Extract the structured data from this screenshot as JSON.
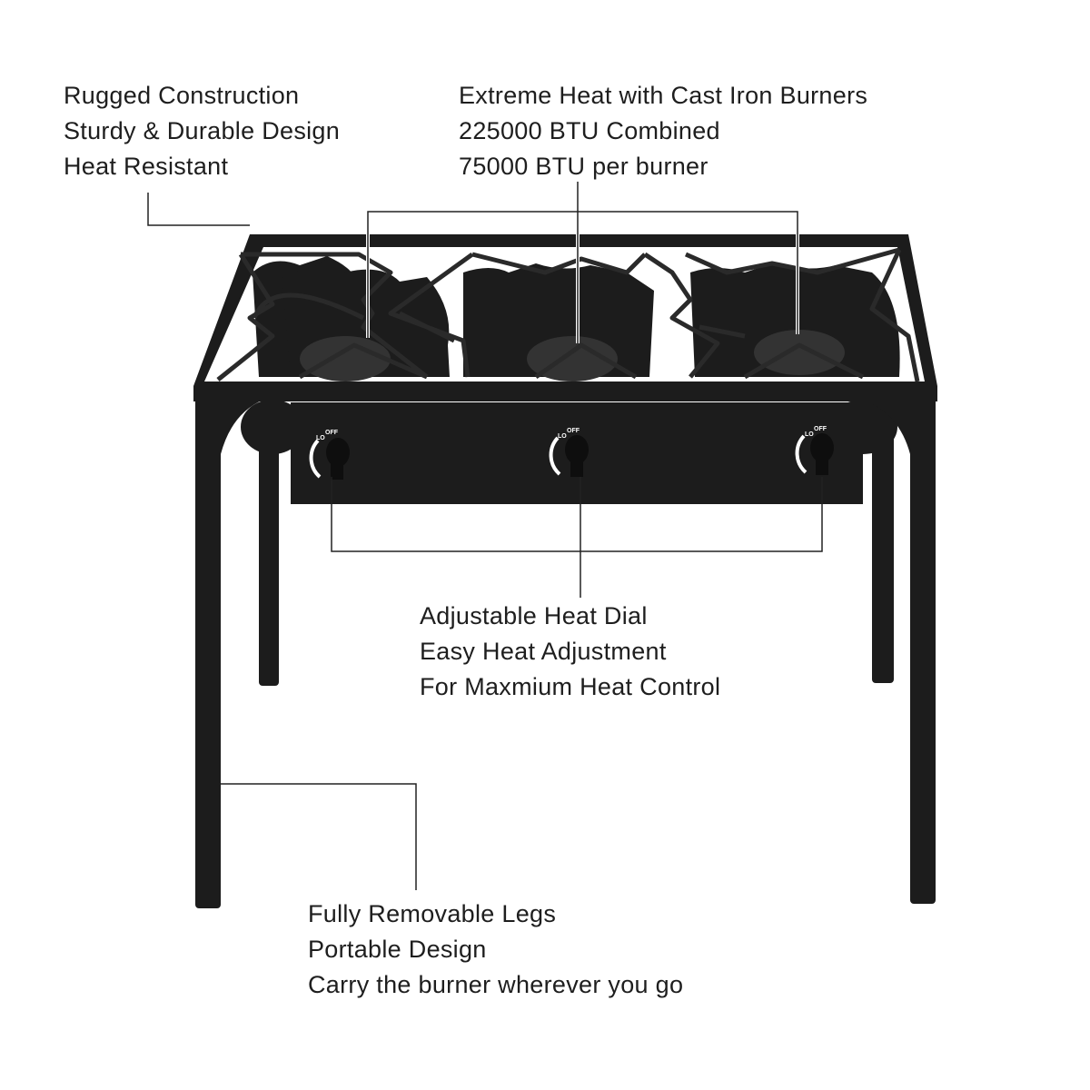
{
  "callouts": {
    "construction": [
      "Rugged Construction",
      "Sturdy & Durable Design",
      "Heat Resistant"
    ],
    "burners": [
      "Extreme Heat with Cast Iron Burners",
      "225000 BTU Combined",
      "75000 BTU per burner"
    ],
    "dial": [
      "Adjustable Heat Dial",
      "Easy Heat Adjustment",
      "For Maxmium Heat Control"
    ],
    "legs": [
      "Fully Removable Legs",
      "Portable Design",
      "Carry the burner wherever you go"
    ]
  },
  "dial_labels": {
    "lo": "LO",
    "off": "OFF"
  },
  "colors": {
    "product": "#1c1c1c",
    "text": "#1e1e1e",
    "line": "#222222"
  }
}
